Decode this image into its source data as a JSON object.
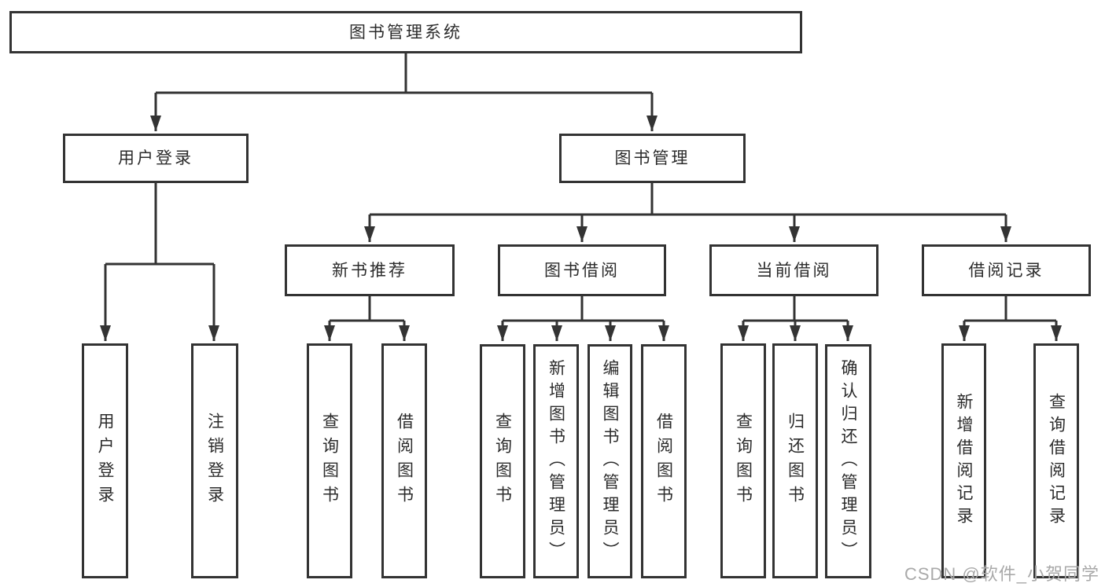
{
  "diagram": {
    "title": "图书管理系统",
    "level2": {
      "user_login": "用户登录",
      "book_mgmt": "图书管理"
    },
    "level3": {
      "new_book_rec": "新书推荐",
      "book_borrow": "图书借阅",
      "current_borrow": "当前借阅",
      "borrow_record": "借阅记录"
    },
    "leaves": {
      "user_login": [
        "用户登录",
        "注销登录"
      ],
      "new_book_rec": [
        "查询图书",
        "借阅图书"
      ],
      "book_borrow": [
        "查询图书",
        "新增图书（管理员）",
        "编辑图书（管理员）",
        "借阅图书"
      ],
      "current_borrow": [
        "查询图书",
        "归还图书",
        "确认归还（管理员）"
      ],
      "borrow_record": [
        "新增借阅记录",
        "查询借阅记录"
      ]
    },
    "watermark": "CSDN @软件_小贺同学",
    "colors": {
      "line": "#333333",
      "text": "#2b2b2b",
      "background": "#ffffff",
      "watermark": "#a9a9a9"
    }
  }
}
